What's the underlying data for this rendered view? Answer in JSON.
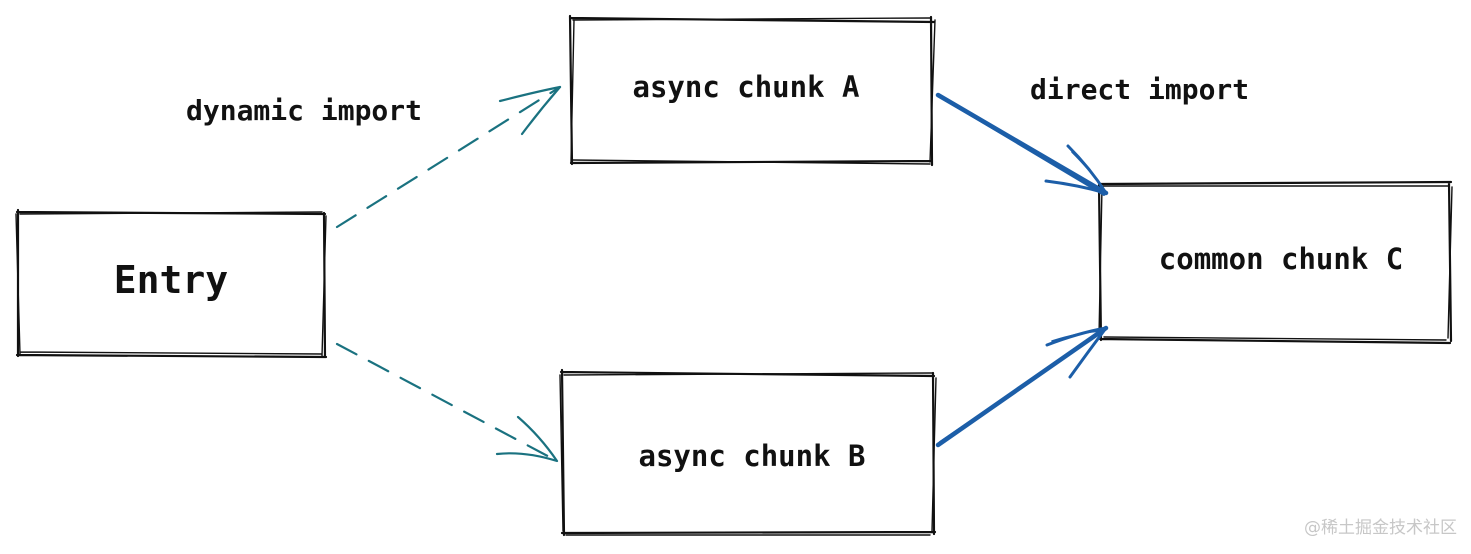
{
  "nodes": {
    "entry": {
      "label": "Entry"
    },
    "chunk_a": {
      "label": "async chunk A"
    },
    "chunk_b": {
      "label": "async chunk B"
    },
    "chunk_c": {
      "label": "common chunk C"
    }
  },
  "edges": {
    "dynamic_label": "dynamic import",
    "direct_label": "direct import"
  },
  "colors": {
    "dashed_arrow": "#1a7280",
    "solid_arrow": "#1c5ea8",
    "box_stroke": "#111111"
  },
  "watermark": "@稀土掘金技术社区"
}
